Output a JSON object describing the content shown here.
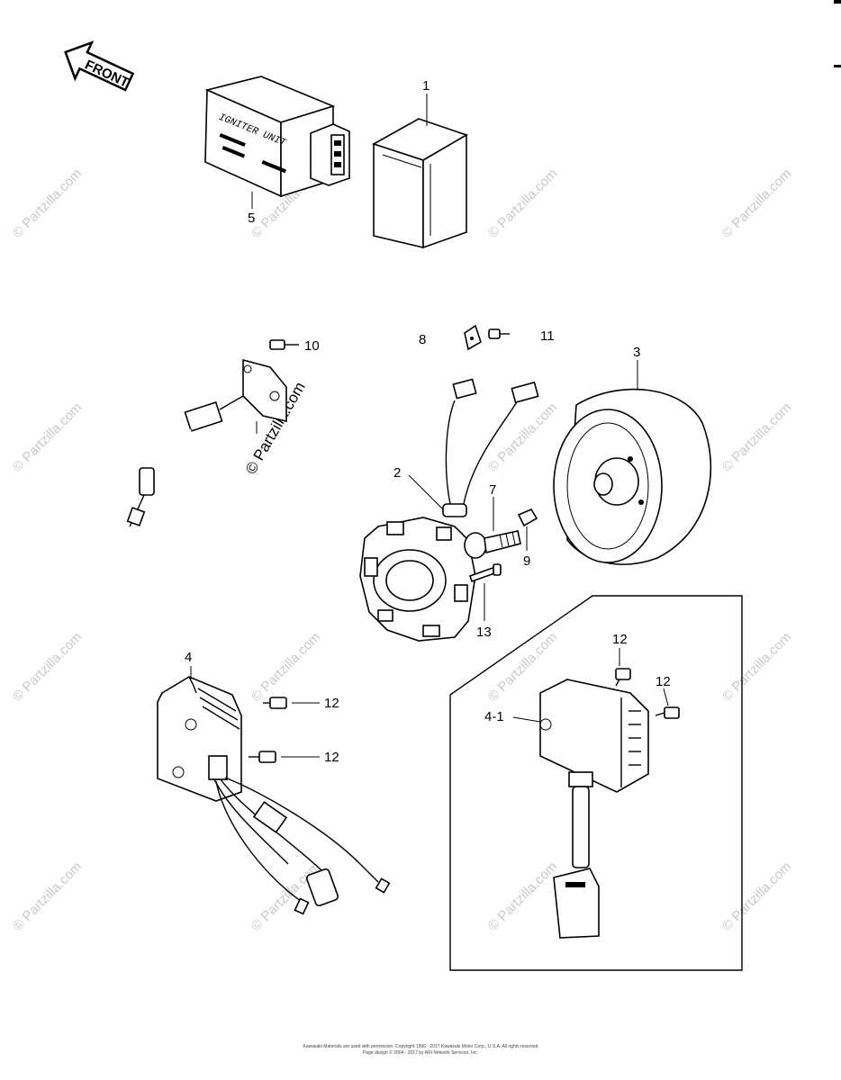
{
  "front_label": "FRONT",
  "unit_text": "IGNITER UNIT",
  "callouts": {
    "c1": "1",
    "c2": "2",
    "c3": "3",
    "c4": "4",
    "c4_1": "4-1",
    "c5": "5",
    "c7": "7",
    "c8": "8",
    "c9": "9",
    "c10": "10",
    "c11": "11",
    "c12a": "12",
    "c12b": "12",
    "c12c": "12",
    "c12d": "12",
    "c13": "13"
  },
  "watermark": "© Partzilla.com",
  "footer": {
    "line1": "Kawasaki Materials are used with permission. Copyright 1996 - 2017 Kawasaki Motor Corp., U.S.A.  All rights reserved",
    "line2": "Page design © 2004 - 2017 by ARI Network Services, Inc."
  }
}
